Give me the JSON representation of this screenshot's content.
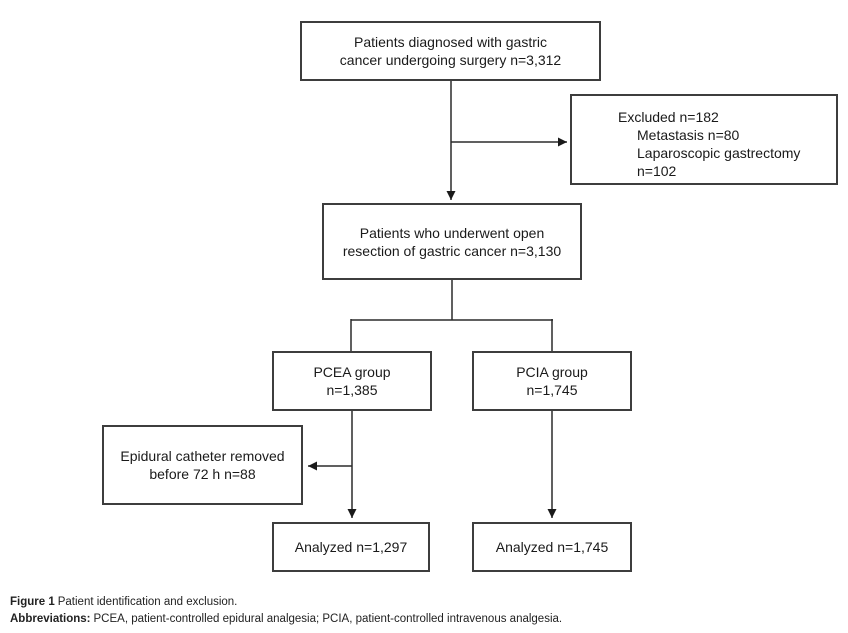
{
  "figure": {
    "nodes": {
      "diagnosed": {
        "lines": [
          "Patients diagnosed with gastric",
          "cancer undergoing surgery n=3,312"
        ]
      },
      "excluded": {
        "lines": [
          "Excluded n=182",
          "Metastasis n=80",
          "Laparoscopic gastrectomy",
          "n=102"
        ]
      },
      "open_resection": {
        "lines": [
          "Patients who underwent open",
          "resection of gastric cancer n=3,130"
        ]
      },
      "pcea": {
        "lines": [
          "PCEA group",
          "n=1,385"
        ]
      },
      "pcia": {
        "lines": [
          "PCIA group",
          "n=1,745"
        ]
      },
      "epidural": {
        "lines": [
          "Epidural catheter removed",
          "before 72 h n=88"
        ]
      },
      "analyzed_pcea": {
        "lines": [
          "Analyzed n=1,297"
        ]
      },
      "analyzed_pcia": {
        "lines": [
          "Analyzed n=1,745"
        ]
      }
    },
    "caption": {
      "figure_label": "Figure 1",
      "figure_text": "Patient identification and exclusion.",
      "abbreviations_label": "Abbreviations:",
      "abbreviations_text": "PCEA, patient-controlled epidural analgesia; PCIA, patient-controlled intravenous analgesia."
    },
    "colors": {
      "background": "#ffffff",
      "box_border": "#3d3d3d",
      "connector_line": "#2b2b2b",
      "text": "#1a1a1a"
    }
  }
}
